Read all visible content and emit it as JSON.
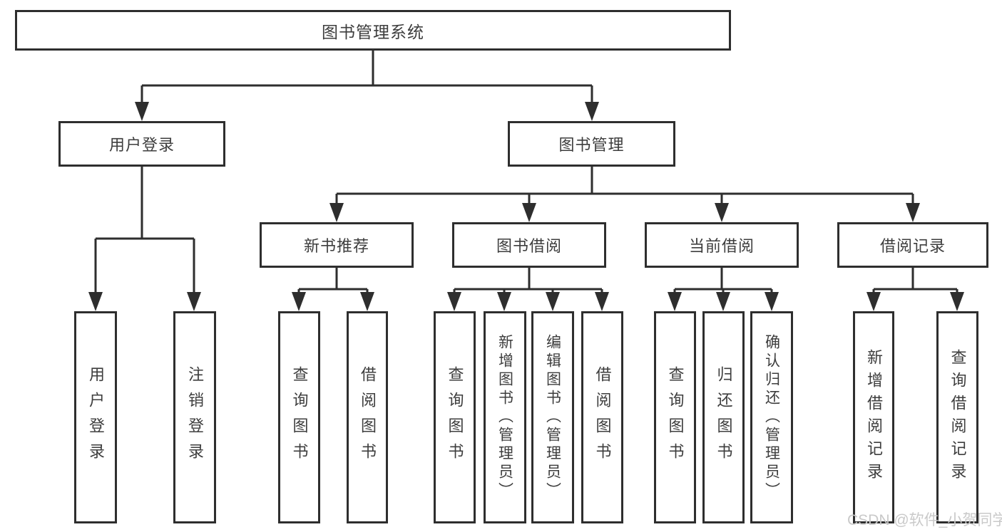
{
  "nodes": {
    "root": {
      "label": "图书管理系统"
    },
    "user_login": {
      "label": "用户登录"
    },
    "book_mgmt": {
      "label": "图书管理"
    },
    "new_book_rec": {
      "label": "新书推荐"
    },
    "book_borrow": {
      "label": "图书借阅"
    },
    "current_borrow": {
      "label": "当前借阅"
    },
    "borrow_record": {
      "label": "借阅记录"
    },
    "user_login_leaf": {
      "label": "用户登录"
    },
    "logout_leaf": {
      "label": "注销登录"
    },
    "query_book_a": {
      "label": "查询图书"
    },
    "borrow_book_a": {
      "label": "借阅图书"
    },
    "query_book_b": {
      "label": "查询图书"
    },
    "add_book": {
      "label": "新增图书（管理员）"
    },
    "edit_book": {
      "label": "编辑图书（管理员）"
    },
    "borrow_book_b": {
      "label": "借阅图书"
    },
    "query_book_c": {
      "label": "查询图书"
    },
    "return_book": {
      "label": "归还图书"
    },
    "confirm_return": {
      "label": "确认归还（管理员）"
    },
    "add_borrow_record": {
      "label": "新增借阅记录"
    },
    "query_borrow_record": {
      "label": "查询借阅记录"
    }
  },
  "hierarchy": {
    "图书管理系统": {
      "用户登录": [
        "用户登录",
        "注销登录"
      ],
      "图书管理": {
        "新书推荐": [
          "查询图书",
          "借阅图书"
        ],
        "图书借阅": [
          "查询图书",
          "新增图书（管理员）",
          "编辑图书（管理员）",
          "借阅图书"
        ],
        "当前借阅": [
          "查询图书",
          "归还图书",
          "确认归还（管理员）"
        ],
        "借阅记录": [
          "新增借阅记录",
          "查询借阅记录"
        ]
      }
    }
  },
  "watermark": {
    "text": "CSDN @软件_小贺同学"
  },
  "colors": {
    "line": "#2e2e2e",
    "box_border": "#2e2e2e",
    "text": "#3d3d3d",
    "watermark": "#c9c9c9",
    "background": "#ffffff"
  }
}
